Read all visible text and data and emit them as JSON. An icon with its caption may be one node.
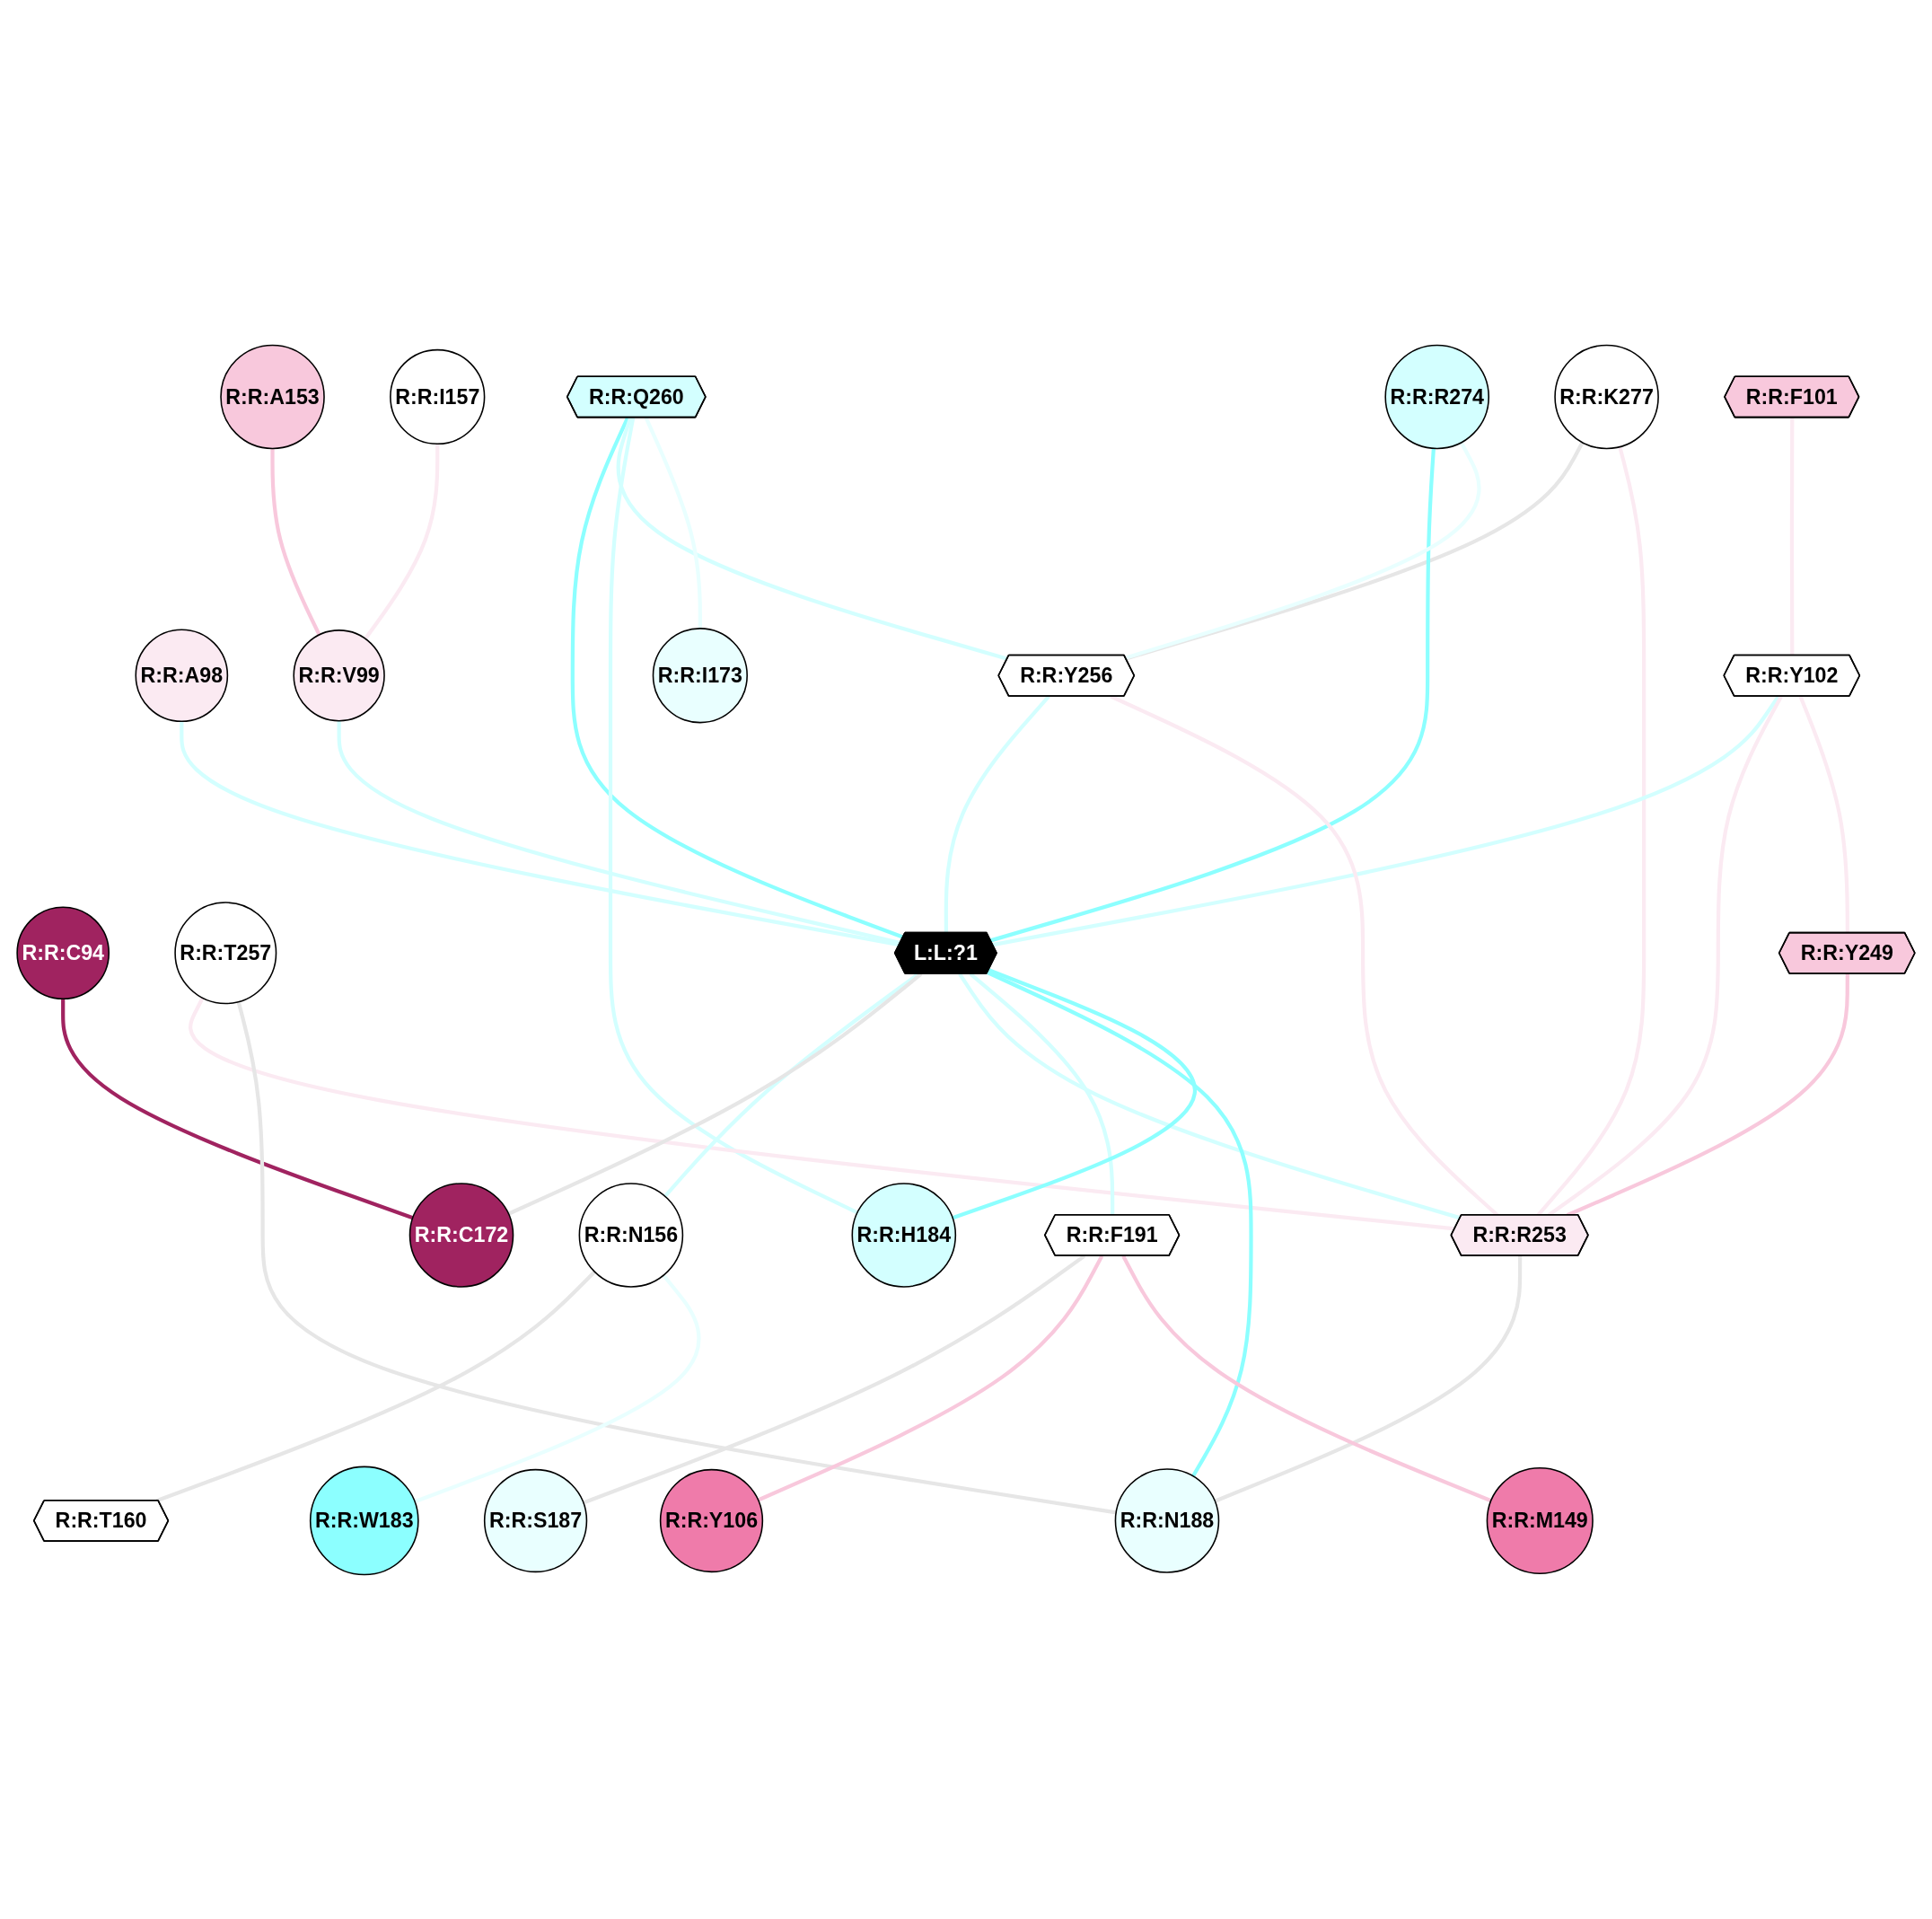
{
  "diagram": {
    "nodes": [
      {
        "text": [
          "R:R:C94"
        ]
      },
      {
        "text": [
          "R:R:A153"
        ]
      },
      {
        "text": [
          "R:R:I157"
        ]
      },
      {
        "text": [
          "R:R:K277"
        ]
      },
      {
        "text": [
          "R:R:A98"
        ]
      },
      {
        "text": [
          "R:R:F101"
        ]
      },
      {
        "text": [
          "R:R:R274"
        ]
      },
      {
        "text": [
          "R:R:V99"
        ]
      },
      {
        "text": [
          "R:R:Q260"
        ]
      },
      {
        "text": [
          "R:R:Y102"
        ]
      },
      {
        "text": [
          "R:R:T257"
        ]
      },
      {
        "text": [
          "R:R:Y249"
        ]
      },
      {
        "text": [
          "R:R:Y256"
        ]
      },
      {
        "text": [
          "L:L:?1"
        ]
      },
      {
        "text": [
          "R:R:N156"
        ]
      },
      {
        "text": [
          "R:R:R253"
        ]
      },
      {
        "text": [
          "R:R:C172"
        ]
      },
      {
        "text": [
          "R:R:S187"
        ]
      },
      {
        "text": [
          "R:R:Y106"
        ]
      },
      {
        "text": [
          "R:R:F191"
        ]
      },
      {
        "text": [
          "R:R:H184"
        ]
      },
      {
        "text": [
          "R:R:N188"
        ]
      },
      {
        "text": [
          "R:R:I173"
        ]
      },
      {
        "text": [
          "R:R:M149"
        ]
      },
      {
        "text": [
          "R:R:W183"
        ]
      },
      {
        "text": [
          "R:R:T160"
        ]
      }
    ],
    "edges": [
      {
        "from": 0,
        "to": 16,
        "arrow": "none",
        "color": "#a02360"
      },
      {
        "from": 1,
        "to": 7,
        "arrow": "none",
        "color": "#f8c8dc"
      },
      {
        "from": 2,
        "to": 7,
        "arrow": "none",
        "color": "#fbeaf2"
      },
      {
        "from": 5,
        "to": 9,
        "arrow": "none",
        "color": "#fbeaf2"
      },
      {
        "from": 3,
        "to": 12,
        "arrow": "none",
        "color": "#e6e6e6"
      },
      {
        "from": 3,
        "to": 15,
        "arrow": "none",
        "color": "#fbeaf2"
      },
      {
        "from": 6,
        "to": 13,
        "arrow": "none",
        "color": "#8cffff"
      },
      {
        "from": 6,
        "to": 12,
        "arrow": "none",
        "color": "#e9ffff"
      },
      {
        "from": 4,
        "to": 13,
        "arrow": "none"
      },
      {
        "from": 7,
        "to": 13,
        "arrow": "none"
      },
      {
        "from": 8,
        "to": 13,
        "arrow": "none",
        "color": "#8cffff"
      },
      {
        "from": 8,
        "to": 12,
        "arrow": "none"
      },
      {
        "from": 8,
        "to": 20,
        "arrow": "none"
      },
      {
        "from": 8,
        "to": 22,
        "arrow": "none",
        "color": "#e9ffff"
      },
      {
        "from": 9,
        "to": 13,
        "arrow": "none"
      },
      {
        "from": 9,
        "to": 15,
        "arrow": "none",
        "color": "#fbeaf2"
      },
      {
        "from": 9,
        "to": 11,
        "arrow": "none",
        "color": "#fbeaf2"
      },
      {
        "from": 10,
        "to": 15,
        "arrow": "none",
        "color": "#fbeaf2"
      },
      {
        "from": 10,
        "to": 21,
        "arrow": "none",
        "color": "#e6e6e6"
      },
      {
        "from": 11,
        "to": 15,
        "arrow": "none",
        "color": "#f8c8dc"
      },
      {
        "from": 12,
        "to": 13,
        "arrow": "none"
      },
      {
        "from": 12,
        "to": 15,
        "arrow": "none",
        "color": "#fbeaf2"
      },
      {
        "from": 13,
        "to": 14,
        "arrow": "none"
      },
      {
        "from": 13,
        "to": 16,
        "arrow": "none",
        "color": "#e6e6e6"
      },
      {
        "from": 13,
        "to": 15,
        "arrow": "none"
      },
      {
        "from": 13,
        "to": 19,
        "arrow": "none"
      },
      {
        "from": 13,
        "to": 21,
        "arrow": "none",
        "color": "#8cffff"
      },
      {
        "from": 13,
        "to": 20,
        "arrow": "none",
        "color": "#8cffff"
      },
      {
        "from": 14,
        "to": 25,
        "arrow": "none",
        "color": "#e6e6e6"
      },
      {
        "from": 14,
        "to": 24,
        "arrow": "none",
        "color": "#e9ffff"
      },
      {
        "from": 15,
        "to": 21,
        "arrow": "none",
        "color": "#e6e6e6"
      },
      {
        "from": 19,
        "to": 17,
        "arrow": "none",
        "color": "#e6e6e6"
      },
      {
        "from": 19,
        "to": 18,
        "arrow": "none",
        "color": "#f8c8dc"
      },
      {
        "from": 19,
        "to": 23,
        "arrow": "none",
        "color": "#f8c8dc"
      }
    ]
  }
}
